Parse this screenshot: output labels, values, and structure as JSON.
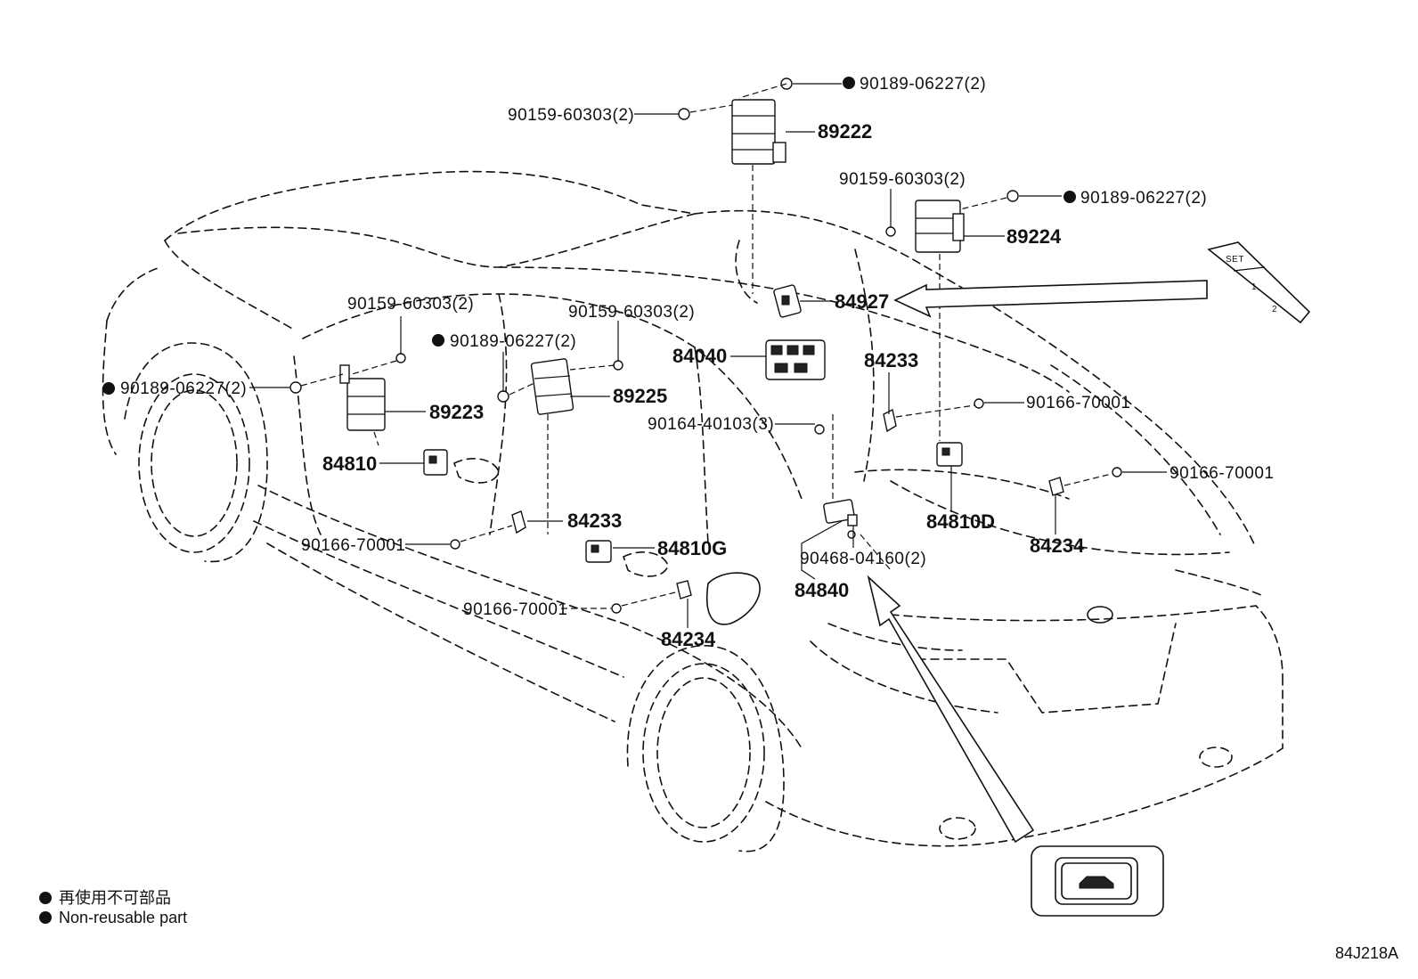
{
  "labels": {
    "p89222": "89222",
    "p90189_top": "90189-06227(2)",
    "p90159_top": "90159-60303(2)",
    "p90159_r": "90159-60303(2)",
    "p90189_r": "90189-06227(2)",
    "p89224": "89224",
    "p84927": "84927",
    "p84040": "84040",
    "p84233_r": "84233",
    "p90166_r1": "90166-70001",
    "p90164": "90164-40103(3)",
    "p90166_r2": "90166-70001",
    "p84810D": "84810D",
    "p84234_r": "84234",
    "p90468": "90468-04160(2)",
    "p84840": "84840",
    "p90159_l": "90159-60303(2)",
    "p90159_m": "90159-60303(2)",
    "p90189_m": "90189-06227(2)",
    "p90189_l": "90189-06227(2)",
    "p89223": "89223",
    "p89225": "89225",
    "p84810": "84810",
    "p84233_l": "84233",
    "p90166_l": "90166-70001",
    "p84810G": "84810G",
    "p90166_b": "90166-70001",
    "p84234_b": "84234"
  },
  "inset": {
    "set_label": "SET",
    "btn1": "1",
    "btn2": "2"
  },
  "legend": {
    "line1": "再使用不可部品",
    "line2": "Non-reusable part"
  },
  "ref_code": "84J218A"
}
